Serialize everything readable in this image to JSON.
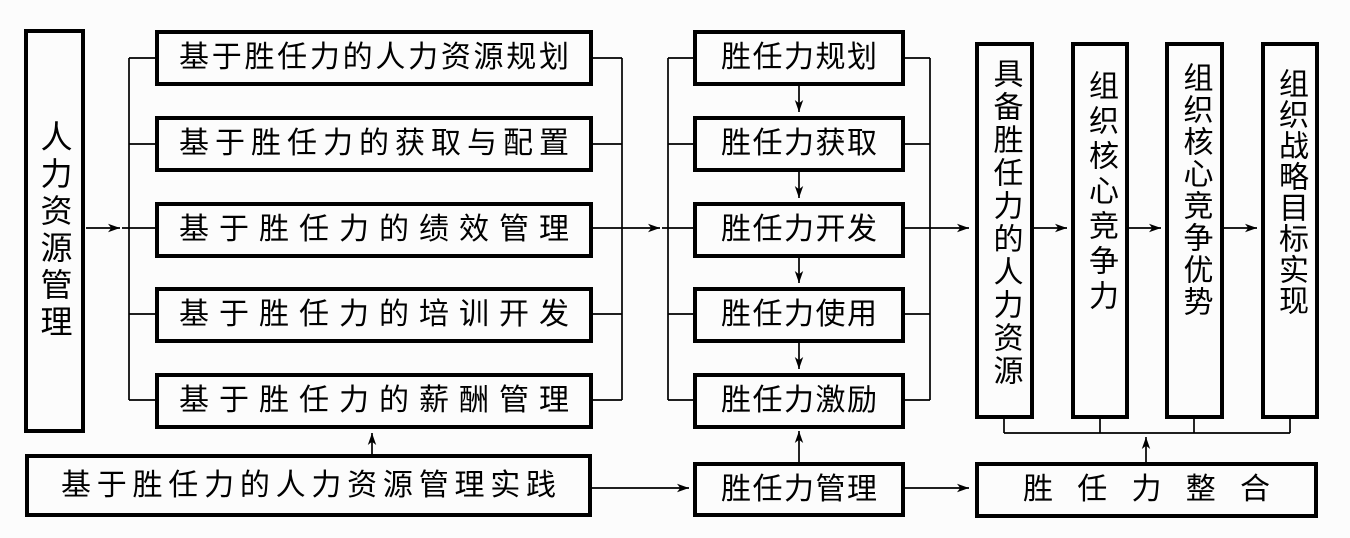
{
  "colors": {
    "background": "#fcfcfc",
    "line": "#000000",
    "text": "#000000"
  },
  "diagram": {
    "root": {
      "label": "人力资源管理"
    },
    "hr_practices": [
      {
        "label": "基于胜任力的人力资源规划"
      },
      {
        "label": "基于胜任力的获取与配置"
      },
      {
        "label": "基于胜任力的绩效管理"
      },
      {
        "label": "基于胜任力的培训开发"
      },
      {
        "label": "基于胜任力的薪酬管理"
      }
    ],
    "competency_processes": [
      {
        "label": "胜任力规划"
      },
      {
        "label": "胜任力获取"
      },
      {
        "label": "胜任力开发"
      },
      {
        "label": "胜任力使用"
      },
      {
        "label": "胜任力激励"
      }
    ],
    "outcome_chain": [
      {
        "label": "具备胜任力的人力资源"
      },
      {
        "label": "组织核心竞争力"
      },
      {
        "label": "组织核心竞争优势"
      },
      {
        "label": "组织战略目标实现"
      }
    ],
    "bottom_row": {
      "practice": {
        "label": "基于胜任力的人力资源管理实践"
      },
      "management": {
        "label": "胜任力管理"
      },
      "integration": {
        "label": "胜任力整合"
      }
    }
  }
}
